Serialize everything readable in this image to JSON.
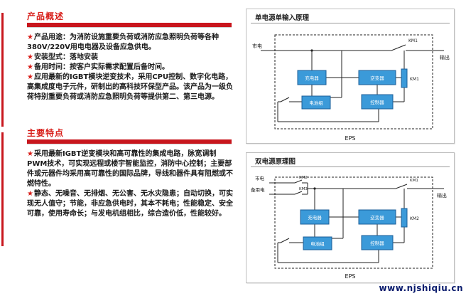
{
  "overview": {
    "title": "产品概述",
    "items": [
      {
        "star": "★",
        "text": "产品用途：为消防设施重要负荷或消防应急照明负荷等各种380V/220V用电电器及设备应急供电。"
      },
      {
        "star": "★",
        "text": "安装型式：落地安装"
      },
      {
        "star": "★",
        "text": "备用时间：按客户实际需求配置后备时间。"
      },
      {
        "star": "★",
        "text": "应用最新的IGBT模块逆变技术，采用CPU控制、数字化电路，高集成度电子元件，研制出的高科技环保型产品。该产品为一级负荷特别重要负荷或消防应急照明负荷等提供第二、第三电源。"
      }
    ]
  },
  "features": {
    "title": "主要特点",
    "items": [
      {
        "star": "★",
        "text": "采用最新IGBT逆变模块和高可靠性的集成电路，脉宽调制PWM技术，可实现远程或楼宇智能监控，消防中心控制；主要部件或元器件均采用高可靠性的国际品牌，导线和器件具有阻燃或不燃特性。"
      },
      {
        "star": "★",
        "text": "静态、无噪音、无排烟、无公害、无水灾隐患；自动切换，可实现无人值守；节能，非应急供电时，其本不耗电；性能稳定、安全可靠，使用寿命长；与发电机组相比，综合造价低，性能较好。"
      }
    ]
  },
  "diagram_single": {
    "title": "单电源单输入原理",
    "mains": "市电",
    "output": "输出",
    "charger": "充电器",
    "inverter": "逆变器",
    "battery": "电池组",
    "controller": "控制器",
    "km1_top": "KM1",
    "km1_side": "KM1",
    "eps": "EPS"
  },
  "diagram_dual": {
    "title": "双电源原理图",
    "mains": "市电",
    "backup": "备用电",
    "output": "输出",
    "km2_top": "KM2",
    "km3": "KM3",
    "km1": "KM1",
    "charger": "充电器",
    "inverter": "逆变器",
    "km2_side": "KM2",
    "battery": "电池组",
    "controller": "控制器",
    "eps": "EPS"
  },
  "watermark": "www.njshiqiu.cn",
  "colors": {
    "accent": "#c8161d",
    "box_fill": "#3b9ad9",
    "box_stroke": "#1d5f98"
  }
}
